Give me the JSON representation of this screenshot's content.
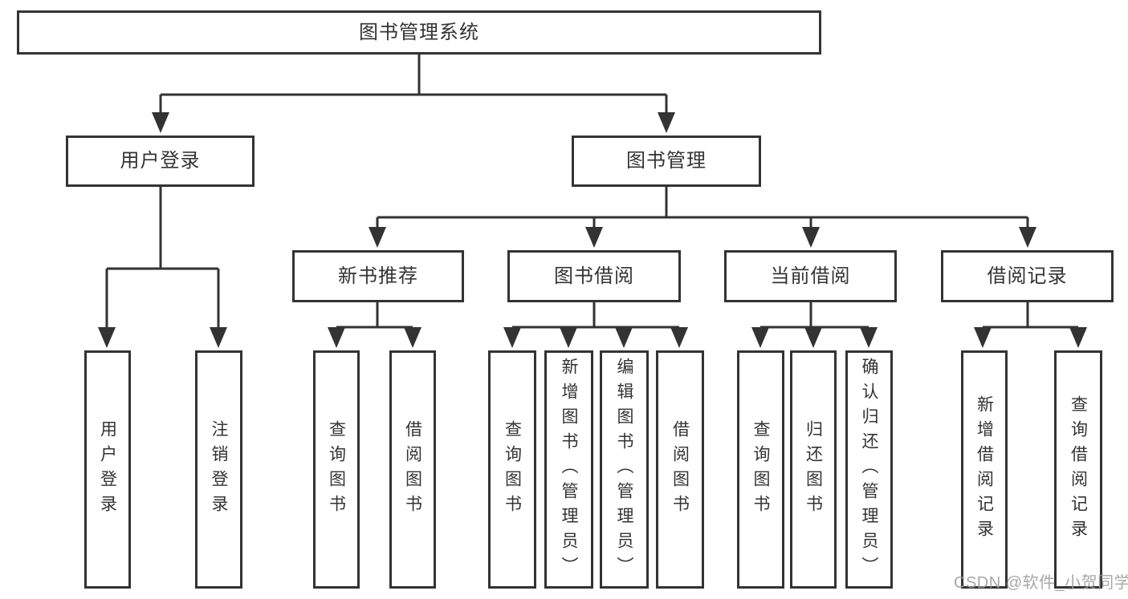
{
  "diagram_title": "图书管理系统",
  "colors": {
    "line": "#333333",
    "box_border": "#333333",
    "text": "#333333",
    "background": "#ffffff",
    "watermark": "#9e9e9e"
  },
  "tree": {
    "label": "图书管理系统",
    "children": [
      {
        "label": "用户登录",
        "children": [
          {
            "label": "用户登录"
          },
          {
            "label": "注销登录"
          }
        ]
      },
      {
        "label": "图书管理",
        "children": [
          {
            "label": "新书推荐",
            "children": [
              {
                "label": "查询图书"
              },
              {
                "label": "借阅图书"
              }
            ]
          },
          {
            "label": "图书借阅",
            "children": [
              {
                "label": "查询图书"
              },
              {
                "label": "新增图书（管理员）"
              },
              {
                "label": "编辑图书（管理员）"
              },
              {
                "label": "借阅图书"
              }
            ]
          },
          {
            "label": "当前借阅",
            "children": [
              {
                "label": "查询图书"
              },
              {
                "label": "归还图书"
              },
              {
                "label": "确认归还（管理员）"
              }
            ]
          },
          {
            "label": "借阅记录",
            "children": [
              {
                "label": "新增借阅记录"
              },
              {
                "label": "查询借阅记录"
              }
            ]
          }
        ]
      }
    ]
  },
  "watermark": {
    "text": "CSDN @软件_小贺同学"
  }
}
